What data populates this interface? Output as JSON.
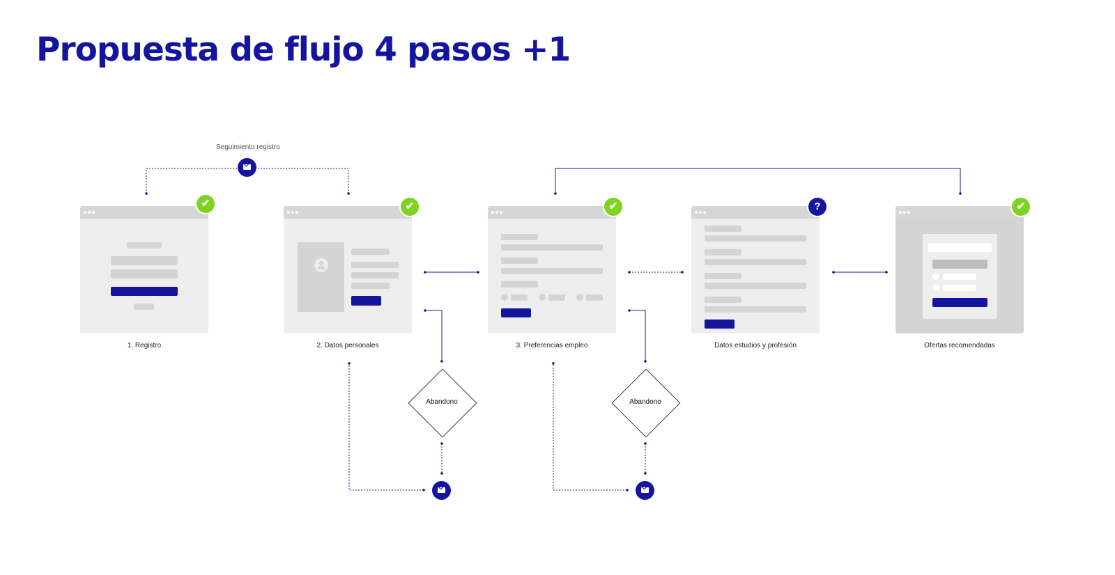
{
  "title": "Propuesta de flujo 4 pasos +1",
  "follow_up_label": "Seguimiento registro",
  "steps": [
    {
      "label": "1. Registro",
      "status": "check"
    },
    {
      "label": "2. Datos personales",
      "status": "check"
    },
    {
      "label": "3. Preferencias empleo",
      "status": "check"
    },
    {
      "label": "Datos estudios y profesión",
      "status": "question"
    },
    {
      "label": "Ofertas recomendadas",
      "status": "check"
    }
  ],
  "decisions": [
    {
      "label": "Abandono"
    },
    {
      "label": "Abandono"
    }
  ],
  "badge_glyphs": {
    "check": "✔",
    "question": "?"
  },
  "colors": {
    "brand": "#14149e",
    "success": "#7ed321",
    "wireframe_bg": "#eeeeee",
    "wireframe_block": "#d4d4d4"
  }
}
